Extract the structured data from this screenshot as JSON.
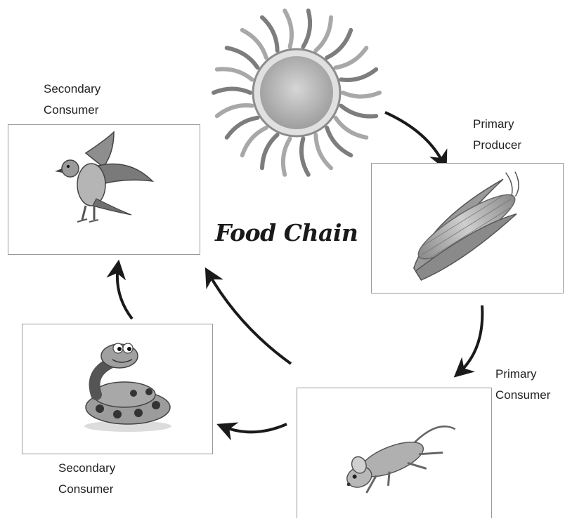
{
  "diagram": {
    "title": "Food Chain",
    "stages": [
      {
        "role_line1": "Primary",
        "role_line2": "Producer",
        "organism_icon": "corn-icon"
      },
      {
        "role_line1": "Primary",
        "role_line2": "Consumer",
        "organism_icon": "mouse-icon"
      },
      {
        "role_line1": "Secondary",
        "role_line2": "Consumer",
        "organism_icon": "snake-icon"
      },
      {
        "role_line1": "Secondary",
        "role_line2": "Consumer",
        "organism_icon": "hawk-icon"
      }
    ],
    "energy_source_icon": "sun-icon",
    "colors": {
      "arrow": "#1a1a1a",
      "card_border": "#9a9a9a",
      "sun_core": "#bdbdbd",
      "sun_rays": "#a8a8a8"
    }
  }
}
